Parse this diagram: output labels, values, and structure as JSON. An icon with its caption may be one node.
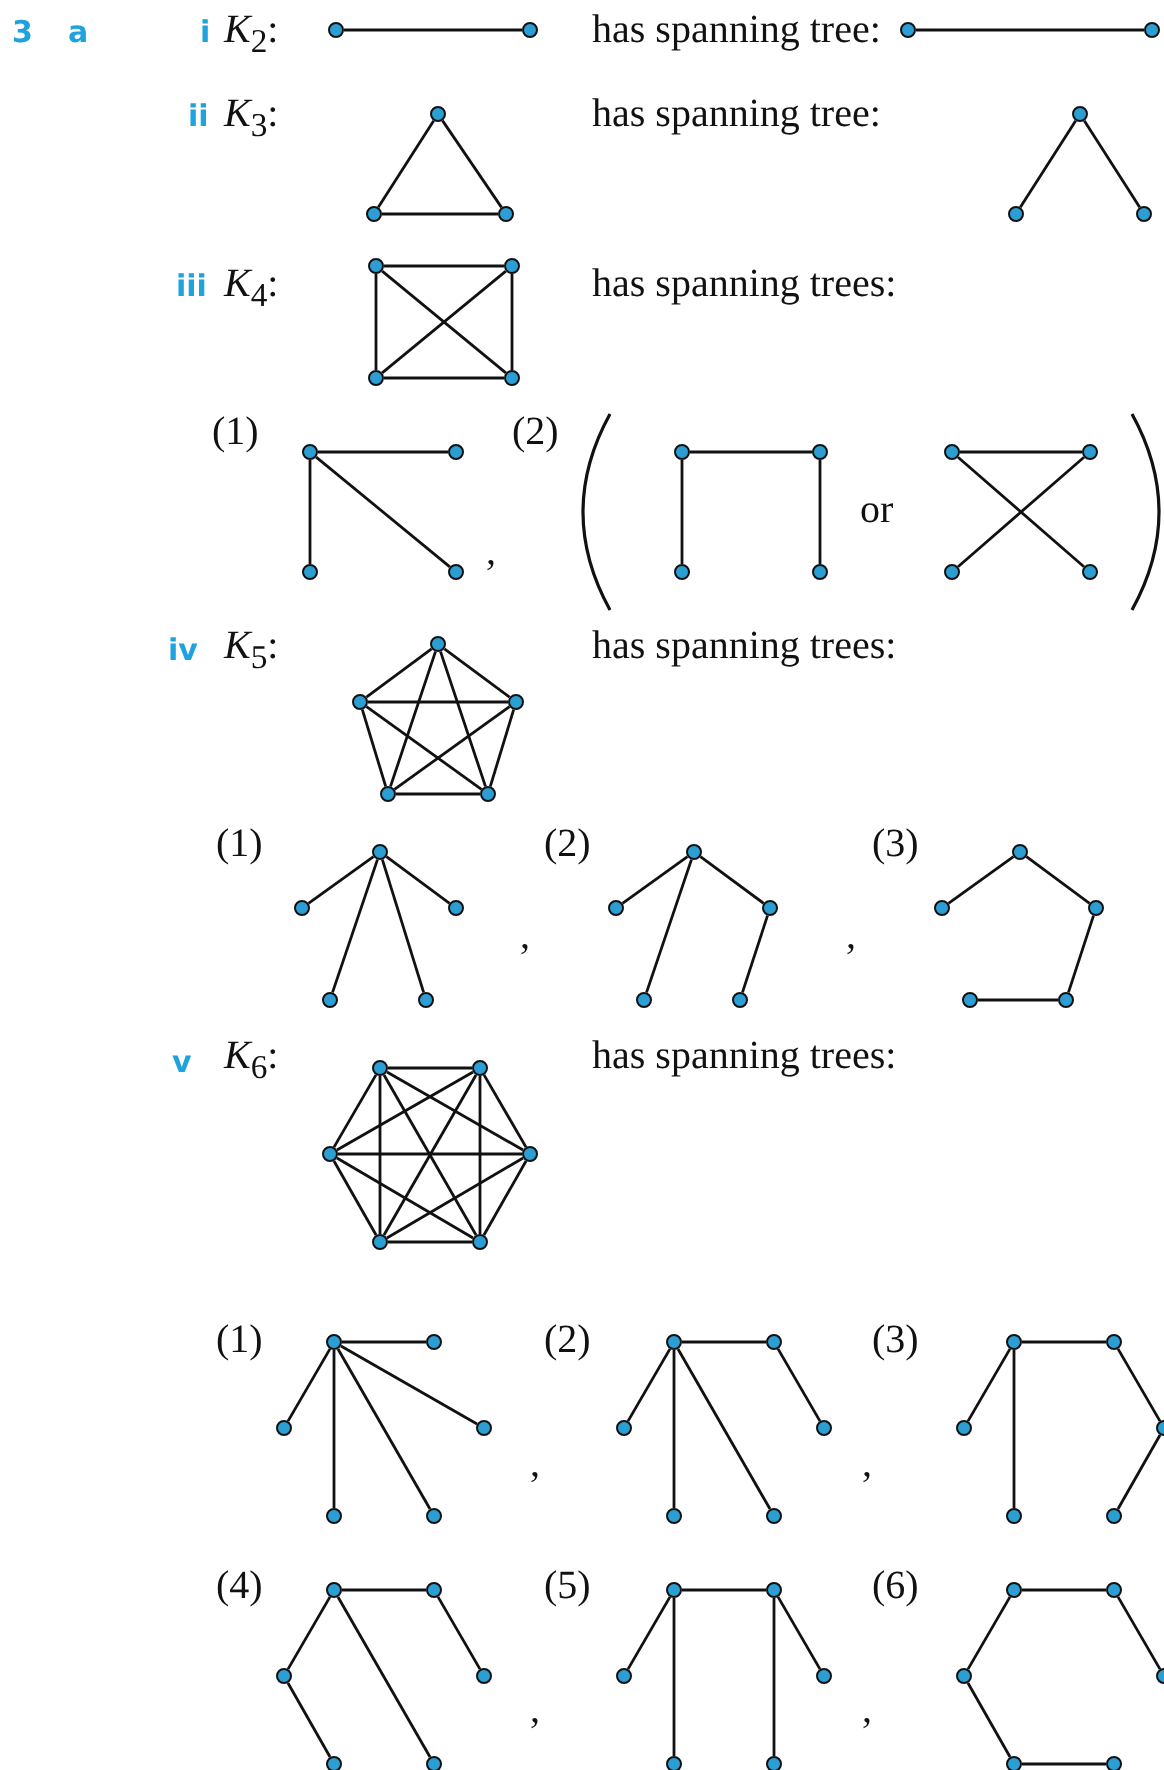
{
  "diagram": {
    "nodes": [
      {
        "text": [],
        "shape": "circle"
      },
      {
        "text": [],
        "shape": "circle"
      },
      {
        "text": [],
        "shape": "circle"
      },
      {
        "text": [],
        "shape": "circle"
      },
      {
        "text": [],
        "shape": "circle"
      },
      {
        "text": [],
        "shape": "circle"
      },
      {
        "text": [],
        "shape": "circle"
      },
      {
        "text": [],
        "shape": "circle"
      },
      {
        "text": [],
        "shape": "circle"
      },
      {
        "text": [],
        "shape": "circle"
      },
      {
        "text": [],
        "shape": "circle"
      },
      {
        "text": [],
        "shape": "circle"
      },
      {
        "text": [],
        "shape": "circle"
      },
      {
        "text": [],
        "shape": "circle"
      },
      {
        "text": [],
        "shape": "circle"
      },
      {
        "text": [],
        "shape": "circle"
      },
      {
        "text": [],
        "shape": "circle"
      },
      {
        "text": [],
        "shape": "circle"
      },
      {
        "text": [],
        "shape": "circle"
      },
      {
        "text": [],
        "shape": "circle"
      },
      {
        "text": [],
        "shape": "circle"
      },
      {
        "text": [],
        "shape": "circle"
      },
      {
        "text": [],
        "shape": "circle"
      },
      {
        "text": [],
        "shape": "circle"
      },
      {
        "text": [],
        "shape": "circle"
      },
      {
        "text": [],
        "shape": "circle"
      },
      {
        "text": [],
        "shape": "circle"
      },
      {
        "text": [],
        "shape": "circle"
      },
      {
        "text": [],
        "shape": "circle"
      },
      {
        "text": [],
        "shape": "circle"
      },
      {
        "text": [],
        "shape": "circle"
      },
      {
        "text": [],
        "shape": "circle"
      },
      {
        "text": [],
        "shape": "circle"
      },
      {
        "text": [],
        "shape": "circle"
      },
      {
        "text": [],
        "shape": "circle"
      },
      {
        "text": [],
        "shape": "circle"
      },
      {
        "text": [],
        "shape": "circle"
      },
      {
        "text": [],
        "shape": "circle"
      },
      {
        "text": [],
        "shape": "circle"
      },
      {
        "text": [],
        "shape": "circle"
      },
      {
        "text": [],
        "shape": "circle"
      },
      {
        "text": [],
        "shape": "circle"
      },
      {
        "text": [],
        "shape": "circle"
      },
      {
        "text": [],
        "shape": "circle"
      },
      {
        "text": [],
        "shape": "circle"
      },
      {
        "text": [],
        "shape": "circle"
      },
      {
        "text": [],
        "shape": "circle"
      },
      {
        "text": [],
        "shape": "circle"
      },
      {
        "text": [],
        "shape": "circle"
      },
      {
        "text": [],
        "shape": "circle"
      },
      {
        "text": [],
        "shape": "circle"
      },
      {
        "text": [],
        "shape": "circle"
      },
      {
        "text": [],
        "shape": "circle"
      },
      {
        "text": [],
        "shape": "circle"
      },
      {
        "text": [],
        "shape": "circle"
      },
      {
        "text": [],
        "shape": "circle"
      },
      {
        "text": [],
        "shape": "circle"
      },
      {
        "text": [],
        "shape": "circle"
      },
      {
        "text": [],
        "shape": "circle"
      },
      {
        "text": [],
        "shape": "circle"
      },
      {
        "text": [],
        "shape": "circle"
      },
      {
        "text": [],
        "shape": "circle"
      },
      {
        "text": [],
        "shape": "circle"
      },
      {
        "text": [],
        "shape": "circle"
      },
      {
        "text": [],
        "shape": "circle"
      },
      {
        "text": [],
        "shape": "circle"
      },
      {
        "text": [],
        "shape": "circle"
      },
      {
        "text": [],
        "shape": "circle"
      },
      {
        "text": [],
        "shape": "circle"
      },
      {
        "text": [],
        "shape": "circle"
      },
      {
        "text": [],
        "shape": "circle"
      },
      {
        "text": [],
        "shape": "circle"
      },
      {
        "text": [],
        "shape": "circle"
      },
      {
        "text": [],
        "shape": "circle"
      },
      {
        "text": [],
        "shape": "circle"
      },
      {
        "text": [],
        "shape": "circle"
      },
      {
        "text": [],
        "shape": "circle"
      },
      {
        "text": [],
        "shape": "circle"
      },
      {
        "text": [],
        "shape": "circle"
      },
      {
        "text": [],
        "shape": "circle"
      },
      {
        "text": [],
        "shape": "circle"
      },
      {
        "text": [],
        "shape": "circle"
      },
      {
        "text": [],
        "shape": "circle"
      },
      {
        "text": [],
        "shape": "circle"
      },
      {
        "text": [],
        "shape": "circle"
      },
      {
        "text": [],
        "shape": "circle"
      },
      {
        "text": [],
        "shape": "circle"
      },
      {
        "text": [],
        "shape": "circle"
      }
    ],
    "edges": [
      {
        "from": 0,
        "to": 1,
        "arrow": "none"
      },
      {
        "from": 2,
        "to": 3,
        "arrow": "none"
      },
      {
        "from": 4,
        "to": 5,
        "arrow": "none"
      },
      {
        "from": 4,
        "to": 6,
        "arrow": "none"
      },
      {
        "from": 5,
        "to": 6,
        "arrow": "none"
      },
      {
        "from": 7,
        "to": 8,
        "arrow": "none"
      },
      {
        "from": 7,
        "to": 9,
        "arrow": "none"
      },
      {
        "from": 10,
        "to": 11,
        "arrow": "none"
      },
      {
        "from": 10,
        "to": 12,
        "arrow": "none"
      },
      {
        "from": 10,
        "to": 13,
        "arrow": "none"
      },
      {
        "from": 11,
        "to": 12,
        "arrow": "none"
      },
      {
        "from": 11,
        "to": 13,
        "arrow": "none"
      },
      {
        "from": 12,
        "to": 13,
        "arrow": "none"
      },
      {
        "from": 14,
        "to": 15,
        "arrow": "none"
      },
      {
        "from": 14,
        "to": 16,
        "arrow": "none"
      },
      {
        "from": 14,
        "to": 17,
        "arrow": "none"
      },
      {
        "from": 18,
        "to": 19,
        "arrow": "none"
      },
      {
        "from": 18,
        "to": 20,
        "arrow": "none"
      },
      {
        "from": 19,
        "to": 21,
        "arrow": "none"
      },
      {
        "from": 22,
        "to": 23,
        "arrow": "none"
      },
      {
        "from": 22,
        "to": 25,
        "arrow": "none"
      },
      {
        "from": 23,
        "to": 24,
        "arrow": "none"
      },
      {
        "from": 26,
        "to": 27,
        "arrow": "none"
      },
      {
        "from": 26,
        "to": 28,
        "arrow": "none"
      },
      {
        "from": 26,
        "to": 29,
        "arrow": "none"
      },
      {
        "from": 26,
        "to": 30,
        "arrow": "none"
      },
      {
        "from": 27,
        "to": 28,
        "arrow": "none"
      },
      {
        "from": 27,
        "to": 29,
        "arrow": "none"
      },
      {
        "from": 27,
        "to": 30,
        "arrow": "none"
      },
      {
        "from": 28,
        "to": 29,
        "arrow": "none"
      },
      {
        "from": 28,
        "to": 30,
        "arrow": "none"
      },
      {
        "from": 29,
        "to": 30,
        "arrow": "none"
      },
      {
        "from": 31,
        "to": 32,
        "arrow": "none"
      },
      {
        "from": 31,
        "to": 33,
        "arrow": "none"
      },
      {
        "from": 31,
        "to": 34,
        "arrow": "none"
      },
      {
        "from": 31,
        "to": 35,
        "arrow": "none"
      },
      {
        "from": 36,
        "to": 37,
        "arrow": "none"
      },
      {
        "from": 36,
        "to": 38,
        "arrow": "none"
      },
      {
        "from": 36,
        "to": 39,
        "arrow": "none"
      },
      {
        "from": 38,
        "to": 40,
        "arrow": "none"
      },
      {
        "from": 41,
        "to": 42,
        "arrow": "none"
      },
      {
        "from": 41,
        "to": 43,
        "arrow": "none"
      },
      {
        "from": 43,
        "to": 45,
        "arrow": "none"
      },
      {
        "from": 44,
        "to": 45,
        "arrow": "none"
      },
      {
        "from": 46,
        "to": 47,
        "arrow": "none"
      },
      {
        "from": 46,
        "to": 48,
        "arrow": "none"
      },
      {
        "from": 46,
        "to": 49,
        "arrow": "none"
      },
      {
        "from": 46,
        "to": 50,
        "arrow": "none"
      },
      {
        "from": 46,
        "to": 51,
        "arrow": "none"
      },
      {
        "from": 47,
        "to": 48,
        "arrow": "none"
      },
      {
        "from": 47,
        "to": 49,
        "arrow": "none"
      },
      {
        "from": 47,
        "to": 50,
        "arrow": "none"
      },
      {
        "from": 47,
        "to": 51,
        "arrow": "none"
      },
      {
        "from": 48,
        "to": 49,
        "arrow": "none"
      },
      {
        "from": 48,
        "to": 50,
        "arrow": "none"
      },
      {
        "from": 48,
        "to": 51,
        "arrow": "none"
      },
      {
        "from": 49,
        "to": 50,
        "arrow": "none"
      },
      {
        "from": 49,
        "to": 51,
        "arrow": "none"
      },
      {
        "from": 50,
        "to": 51,
        "arrow": "none"
      },
      {
        "from": 52,
        "to": 53,
        "arrow": "none"
      },
      {
        "from": 52,
        "to": 54,
        "arrow": "none"
      },
      {
        "from": 52,
        "to": 55,
        "arrow": "none"
      },
      {
        "from": 52,
        "to": 56,
        "arrow": "none"
      },
      {
        "from": 52,
        "to": 57,
        "arrow": "none"
      },
      {
        "from": 58,
        "to": 59,
        "arrow": "none"
      },
      {
        "from": 58,
        "to": 60,
        "arrow": "none"
      },
      {
        "from": 58,
        "to": 62,
        "arrow": "none"
      },
      {
        "from": 58,
        "to": 63,
        "arrow": "none"
      },
      {
        "from": 59,
        "to": 61,
        "arrow": "none"
      },
      {
        "from": 64,
        "to": 65,
        "arrow": "none"
      },
      {
        "from": 64,
        "to": 66,
        "arrow": "none"
      },
      {
        "from": 64,
        "to": 68,
        "arrow": "none"
      },
      {
        "from": 65,
        "to": 67,
        "arrow": "none"
      },
      {
        "from": 67,
        "to": 69,
        "arrow": "none"
      },
      {
        "from": 70,
        "to": 71,
        "arrow": "none"
      },
      {
        "from": 70,
        "to": 72,
        "arrow": "none"
      },
      {
        "from": 70,
        "to": 75,
        "arrow": "none"
      },
      {
        "from": 71,
        "to": 73,
        "arrow": "none"
      },
      {
        "from": 72,
        "to": 74,
        "arrow": "none"
      },
      {
        "from": 76,
        "to": 77,
        "arrow": "none"
      },
      {
        "from": 76,
        "to": 78,
        "arrow": "none"
      },
      {
        "from": 76,
        "to": 80,
        "arrow": "none"
      },
      {
        "from": 77,
        "to": 81,
        "arrow": "none"
      },
      {
        "from": 77,
        "to": 79,
        "arrow": "none"
      },
      {
        "from": 82,
        "to": 83,
        "arrow": "none"
      },
      {
        "from": 82,
        "to": 84,
        "arrow": "none"
      },
      {
        "from": 84,
        "to": 86,
        "arrow": "none"
      },
      {
        "from": 86,
        "to": 87,
        "arrow": "none"
      },
      {
        "from": 83,
        "to": 85,
        "arrow": "none"
      }
    ],
    "labels": [
      "3",
      "a",
      "i",
      "*K*$_{2}$:",
      "has spanning tree:",
      "ii",
      "*K*$_{3}$:",
      "has spanning tree:",
      "iii",
      "*K*$_{4}$:",
      "has spanning trees:",
      "(1)",
      "(2)",
      ",",
      "or",
      "iv",
      "*K*$_{5}$:",
      "has spanning trees:",
      "(1)",
      "(2)",
      "(3)",
      ",",
      ",",
      "v",
      "*K*$_{6}$:",
      "has spanning trees:",
      "(1)",
      "(2)",
      "(3)",
      ",",
      ",",
      "(4)",
      "(5)",
      "(6)",
      ",",
      ","
    ]
  }
}
